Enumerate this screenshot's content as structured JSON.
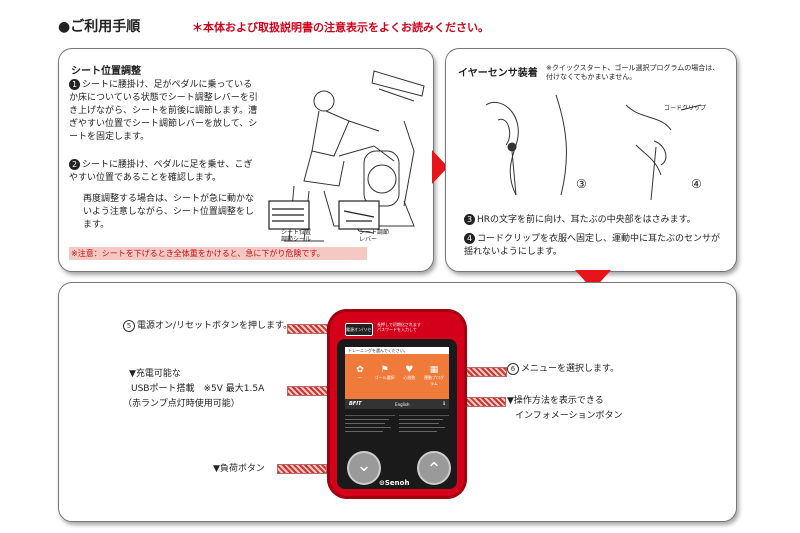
{
  "header": {
    "title": "●ご利用手順",
    "warning": "＊本体および取扱説明書の注意表示をよくお読みください。"
  },
  "seat": {
    "title": "シート位置調整",
    "step1_num": "1",
    "step1": "シートに腰掛け、足がペダルに乗っているか床についている状態でシート調整レバーを引き上げながら、シートを前後に調節します。漕ぎやすい位置でシート調節レバーを放して、シートを固定します。",
    "step2_num": "2",
    "step2": "シートに腰掛け、ペダルに足を乗せ、こぎやすい位置であることを確認します。",
    "step2b": "再度調整する場合は、シートが急に動かないよう注意しながら、シート位置調整をします。",
    "sticker_label": "シート位置\n調節シール",
    "lever_label": "シート調節\nレバー",
    "caution": "※注意：シートを下げるとき全体重をかけると、急に下がり危険です。"
  },
  "ear": {
    "title": "イヤーセンサ装着",
    "note": "※クイックスタート、ゴール選択プログラムの場合は、付けなくてもかまいません。",
    "clip_label": "コードクリップ",
    "fig3": "③",
    "fig4": "④",
    "step3_num": "3",
    "step3": "HRの文字を前に向け、耳たぶの中央部をはさみます。",
    "step4_num": "4",
    "step4": "コードクリップを衣服へ固定し、運動中に耳たぶのセンサが揺れないようにします。"
  },
  "device": {
    "step5_num": "5",
    "step5": "電源オン/リセットボタンを押します。",
    "step6_num": "6",
    "step6": "メニューを選択します。",
    "charge_title": "▼充電可能な",
    "charge_line1": "USBポート搭載　※5V 最大1.5A",
    "charge_line2": "（赤ランプ点灯時使用可能）",
    "load_label": "▼負荷ボタン",
    "info_line1": "▼操作方法を表示できる",
    "info_line2": "インフォメーションボタン",
    "screen_header": "トレーニングを選んでください。",
    "screen_icons": [
      "〜",
      "ゴール選択",
      "心拍数",
      "運動プログラム"
    ],
    "screen_bottom_left": "BFIT",
    "screen_bottom_mid": "English",
    "brand": "Senoh",
    "power_top": "電源オン/リセット",
    "power_mini_text": "長押しで初期化されます\nパスワードを入力して",
    "down_symbol": "⌄",
    "up_symbol": "⌃",
    "colors": {
      "body_red": "#d4001a",
      "screen_orange": "#f07a3a",
      "arrow_red": "#e8141c"
    }
  }
}
